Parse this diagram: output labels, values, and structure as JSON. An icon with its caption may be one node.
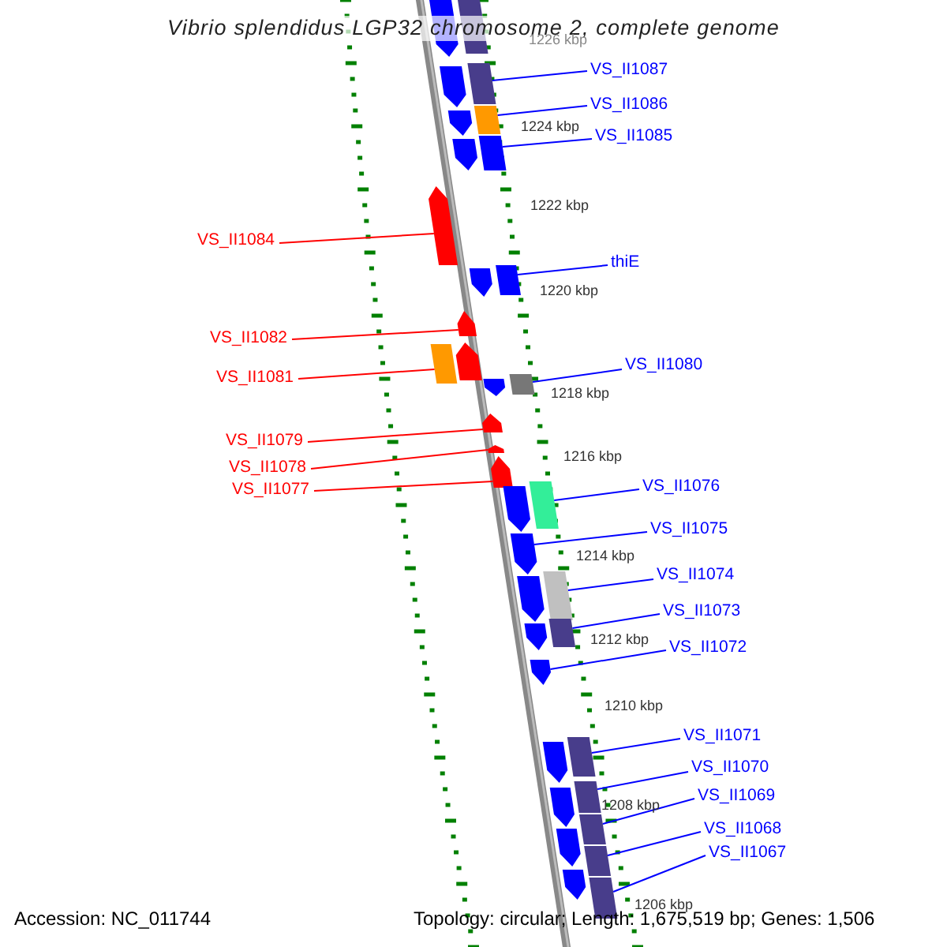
{
  "diagram": {
    "title": "Vibrio splendidus LGP32 chromosome 2, complete genome",
    "nodes": [
      {
        "text": [
          "VS_II1087"
        ]
      },
      {
        "text": [
          "VS_II1086"
        ]
      },
      {
        "text": [
          "VS_II1085"
        ]
      },
      {
        "text": [
          "VS_II1084"
        ]
      },
      {
        "text": [
          "thiE"
        ]
      },
      {
        "text": [
          "VS_II1082"
        ]
      },
      {
        "text": [
          "VS_II1081"
        ]
      },
      {
        "text": [
          "VS_II1080"
        ]
      },
      {
        "text": [
          "VS_II1079"
        ]
      },
      {
        "text": [
          "VS_II1078"
        ]
      },
      {
        "text": [
          "VS_II1077"
        ]
      },
      {
        "text": [
          "VS_II1076"
        ]
      },
      {
        "text": [
          "VS_II1075"
        ]
      },
      {
        "text": [
          "VS_II1074"
        ]
      },
      {
        "text": [
          "VS_II1073"
        ]
      },
      {
        "text": [
          "VS_II1072"
        ]
      },
      {
        "text": [
          "VS_II1071"
        ]
      },
      {
        "text": [
          "VS_II1070"
        ]
      },
      {
        "text": [
          "VS_II1069"
        ]
      },
      {
        "text": [
          "VS_II1068"
        ]
      },
      {
        "text": [
          "VS_II1067"
        ]
      },
      {
        "text": [],
        "shape": "pentagon"
      },
      {
        "text": [],
        "shape": "box"
      },
      {
        "text": [],
        "shape": "box"
      },
      {
        "text": [],
        "shape": "pentagon"
      },
      {
        "text": [],
        "shape": "box"
      },
      {
        "text": [],
        "shape": "pentagon"
      },
      {
        "text": [],
        "shape": "box"
      },
      {
        "text": [],
        "shape": "pentagon"
      },
      {
        "text": [],
        "shape": "pentagon"
      },
      {
        "text": [],
        "shape": "box"
      },
      {
        "text": [],
        "shape": "pentagon"
      },
      {
        "text": [],
        "shape": "pentagon"
      },
      {
        "text": [],
        "shape": "pentagon"
      },
      {
        "text": [],
        "shape": "box"
      },
      {
        "text": [],
        "shape": "box"
      },
      {
        "text": [],
        "shape": "pentagon"
      },
      {
        "text": [],
        "shape": "pentagon"
      },
      {
        "text": [],
        "shape": "pentagon"
      },
      {
        "text": [],
        "shape": "pentagon"
      },
      {
        "text": [],
        "shape": "box"
      },
      {
        "text": [],
        "shape": "pentagon"
      },
      {
        "text": [],
        "shape": "pentagon"
      },
      {
        "text": [],
        "shape": "box"
      },
      {
        "text": [],
        "shape": "pentagon"
      },
      {
        "text": [],
        "shape": "box"
      },
      {
        "text": [],
        "shape": "pentagon"
      },
      {
        "text": [],
        "shape": "pentagon"
      },
      {
        "text": [],
        "shape": "box"
      },
      {
        "text": [],
        "shape": "pentagon"
      },
      {
        "text": [],
        "shape": "box"
      },
      {
        "text": [],
        "shape": "pentagon"
      },
      {
        "text": [],
        "shape": "box"
      },
      {
        "text": [],
        "shape": "pentagon"
      },
      {
        "text": [],
        "shape": "box"
      },
      {
        "text": [],
        "shape": "pentagon"
      },
      {
        "text": [],
        "shape": "box"
      }
    ],
    "edges": [
      {
        "from": 0,
        "to": 23,
        "arrow": "none"
      },
      {
        "from": 1,
        "to": 25,
        "arrow": "none"
      },
      {
        "from": 2,
        "to": 27,
        "arrow": "none"
      },
      {
        "from": 3,
        "to": 29,
        "arrow": "none",
        "color": "#ff0000"
      },
      {
        "from": 4,
        "to": 30,
        "arrow": "none"
      },
      {
        "from": 5,
        "to": 32,
        "arrow": "none",
        "color": "#ff0000"
      },
      {
        "from": 6,
        "to": 34,
        "arrow": "none",
        "color": "#ff0000"
      },
      {
        "from": 7,
        "to": 35,
        "arrow": "none"
      },
      {
        "from": 8,
        "to": 37,
        "arrow": "none",
        "color": "#ff0000"
      },
      {
        "from": 9,
        "to": 38,
        "arrow": "none",
        "color": "#ff0000"
      },
      {
        "from": 10,
        "to": 39,
        "arrow": "none",
        "color": "#ff0000"
      },
      {
        "from": 11,
        "to": 40,
        "arrow": "none"
      },
      {
        "from": 12,
        "to": 42,
        "arrow": "none"
      },
      {
        "from": 13,
        "to": 43,
        "arrow": "none"
      },
      {
        "from": 14,
        "to": 45,
        "arrow": "none"
      },
      {
        "from": 15,
        "to": 47,
        "arrow": "none"
      },
      {
        "from": 16,
        "to": 48,
        "arrow": "none"
      },
      {
        "from": 17,
        "to": 50,
        "arrow": "none"
      },
      {
        "from": 18,
        "to": 52,
        "arrow": "none"
      },
      {
        "from": 19,
        "to": 54,
        "arrow": "none"
      },
      {
        "from": 20,
        "to": 56,
        "arrow": "none"
      }
    ],
    "labels": [
      "1226 kbp",
      "1224 kbp",
      "1222 kbp",
      "1220 kbp",
      "1218 kbp",
      "1216 kbp",
      "1214 kbp",
      "1212 kbp",
      "1210 kbp",
      "1208 kbp",
      "1206 kbp",
      "Accession: NC_011744",
      "Topology: circular; Length: 1,675,519 bp; Genes: 1,506"
    ]
  }
}
